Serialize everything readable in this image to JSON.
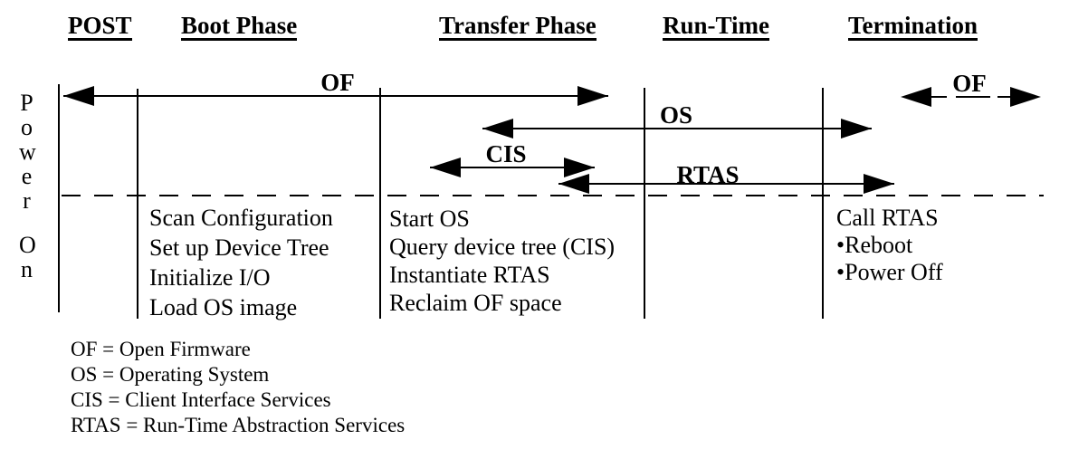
{
  "phases": [
    {
      "label": "POST"
    },
    {
      "label": "Boot Phase",
      "tasks": [
        "Scan Configuration",
        "Set up Device Tree",
        "Initialize I/O",
        "Load OS image"
      ]
    },
    {
      "label": "Transfer Phase",
      "tasks": [
        "Start OS",
        "Query device tree (CIS)",
        "Instantiate RTAS",
        "Reclaim OF space"
      ]
    },
    {
      "label": "Run-Time"
    },
    {
      "label": "Termination",
      "tasks": [
        "Call RTAS",
        "•Reboot",
        "•Power Off"
      ]
    }
  ],
  "power_state": {
    "word1": "Power",
    "word2": "On"
  },
  "arrows": {
    "of": {
      "label": "OF"
    },
    "os": {
      "label": "OS"
    },
    "cis": {
      "label": "CIS"
    },
    "rtas": {
      "label": "RTAS"
    },
    "of_termination": {
      "label": "OF"
    }
  },
  "legend": {
    "items": [
      "OF = Open Firmware",
      "OS = Operating System",
      "CIS = Client Interface Services",
      "RTAS = Run-Time Abstraction Services"
    ]
  },
  "colors": {
    "ink": "#000000",
    "background": "#ffffff"
  }
}
